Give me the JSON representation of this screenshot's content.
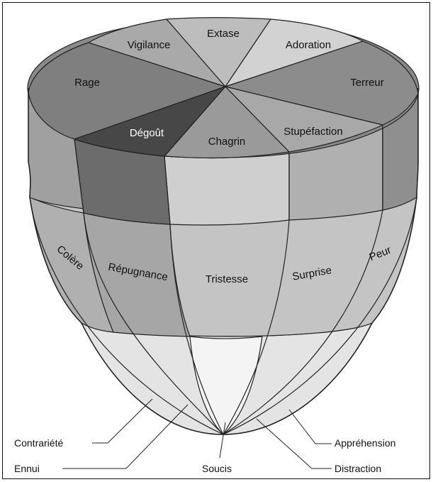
{
  "colors": {
    "top_dark": "#4a4a4a",
    "top_mid": "#7f7f7f",
    "top_light": "#a9a9a9",
    "top_pale": "#bdbdbd",
    "middle_band": "#c4c4c4",
    "middle_left": "#a6a6a6",
    "bottom_band": "#e4e4e4",
    "bottom_center": "#f4f4f4"
  },
  "top_ring": {
    "extase": "Extase",
    "vigilance": "Vigilance",
    "adoration": "Adoration",
    "rage": "Rage",
    "terreur": "Terreur",
    "degout": "Dégoût",
    "chagrin": "Chagrin",
    "stupefaction": "Stupéfaction"
  },
  "middle_ring": {
    "colere": "Colère",
    "repugnance": "Répugnance",
    "tristesse": "Tristesse",
    "surprise": "Surprise",
    "peur": "Peur"
  },
  "bottom_ring": {
    "contrariete": "Contrariété",
    "ennui": "Ennui",
    "soucis": "Soucis",
    "apprehension": "Appréhension",
    "distraction": "Distraction"
  }
}
